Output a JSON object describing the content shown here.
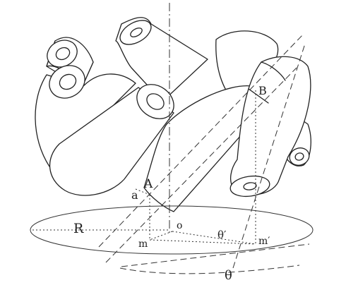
{
  "diagram": {
    "labels": {
      "point_b": "B",
      "point_a": "A",
      "small_a": "a",
      "origin": "o",
      "radius": "R",
      "point_m": "m",
      "point_m_prime": "m′",
      "angle_theta_prime": "θ′",
      "angle_theta": "θ"
    },
    "stroke_color": "#222222",
    "background_color": "#ffffff"
  }
}
